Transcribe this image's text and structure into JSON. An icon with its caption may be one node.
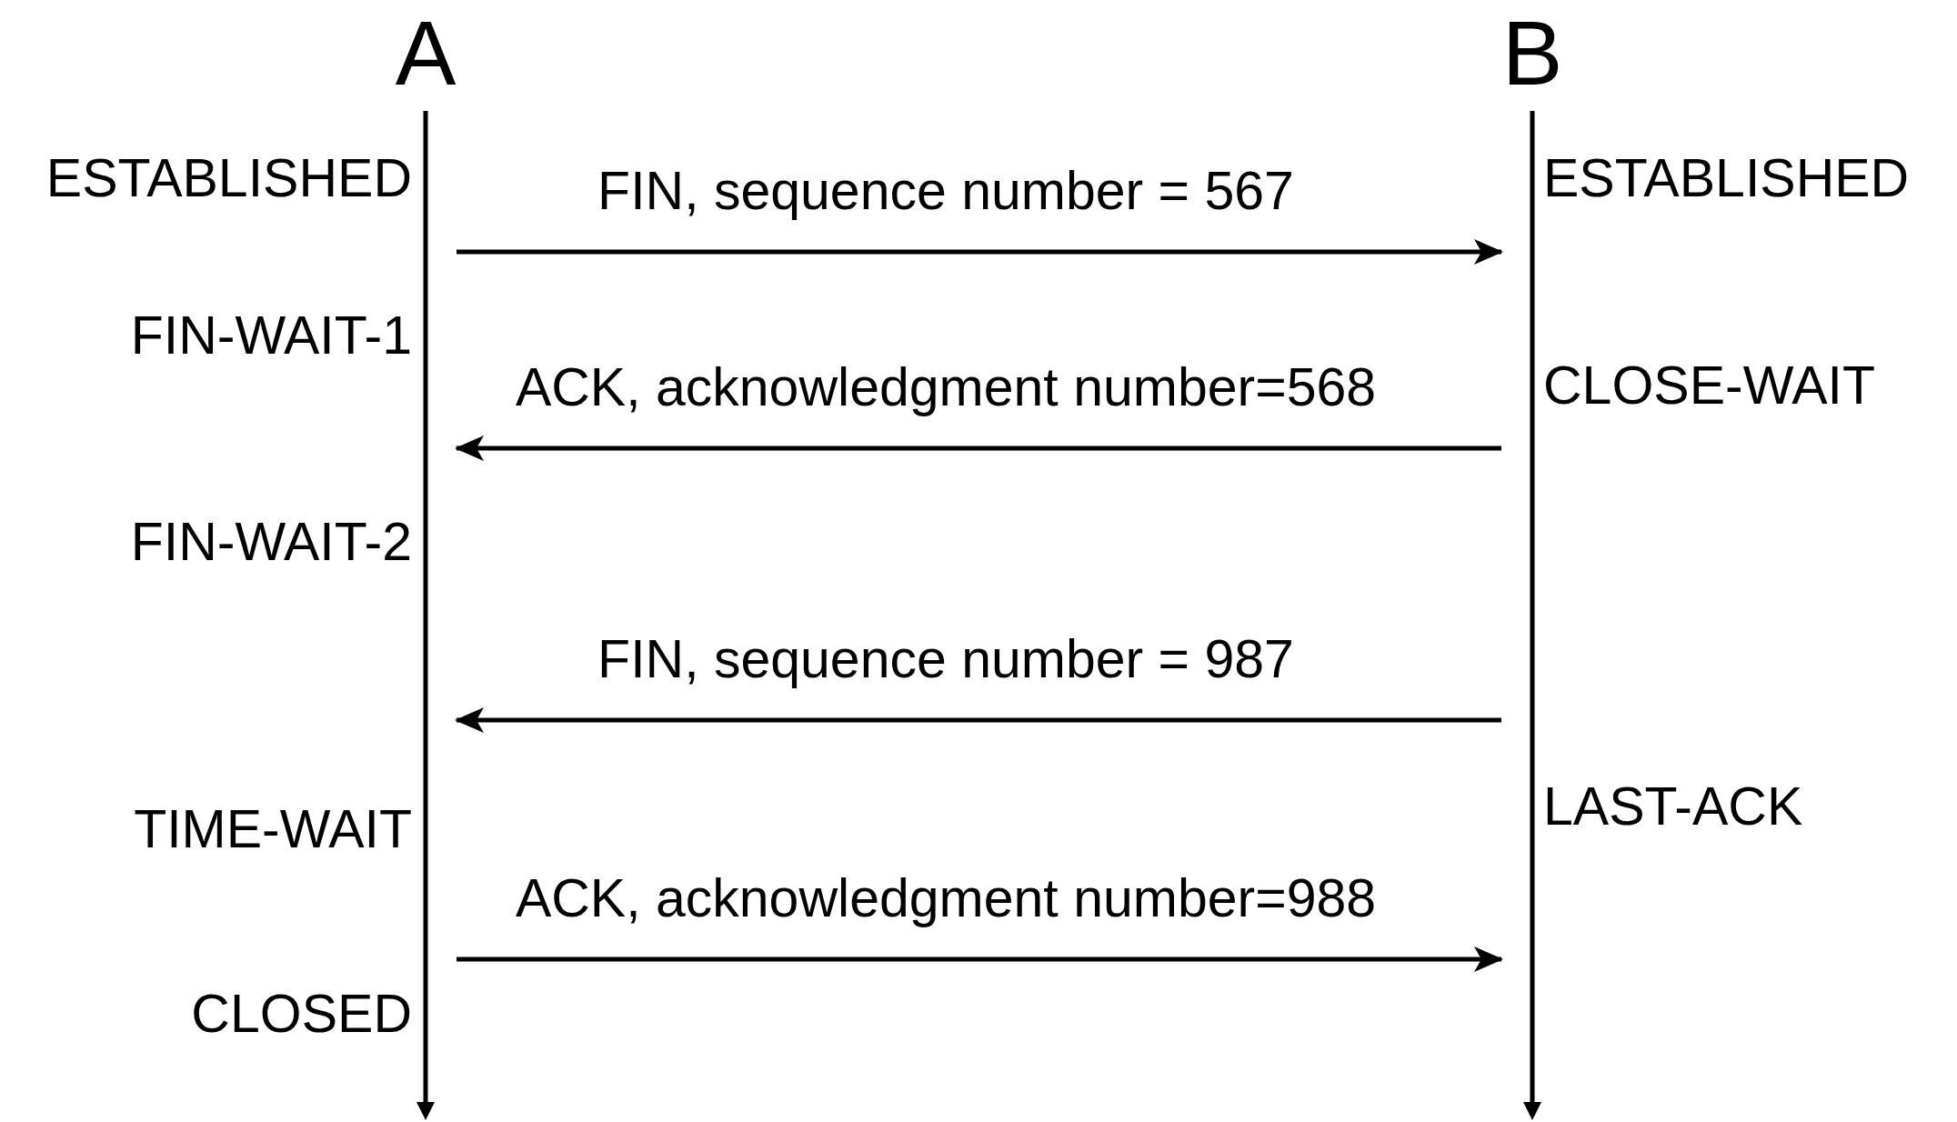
{
  "diagram": {
    "nodes": [
      {
        "text": [
          "A"
        ]
      },
      {
        "text": [
          "B"
        ]
      }
    ],
    "edges": [
      {
        "from": 0,
        "to": 1,
        "arrow": "to",
        "label": "FIN, sequence number = 567"
      },
      {
        "from": 1,
        "to": 0,
        "arrow": "to",
        "label": "ACK, acknowledgment number=568"
      },
      {
        "from": 1,
        "to": 0,
        "arrow": "to",
        "label": "FIN, sequence number = 987"
      },
      {
        "from": 0,
        "to": 1,
        "arrow": "to",
        "label": "ACK, acknowledgment number=988"
      }
    ],
    "labels": [
      "ESTABLISHED",
      "ESTABLISHED",
      "FIN-WAIT-1",
      "CLOSE-WAIT",
      "FIN-WAIT-2",
      "LAST-ACK",
      "TIME-WAIT",
      "CLOSED"
    ]
  }
}
